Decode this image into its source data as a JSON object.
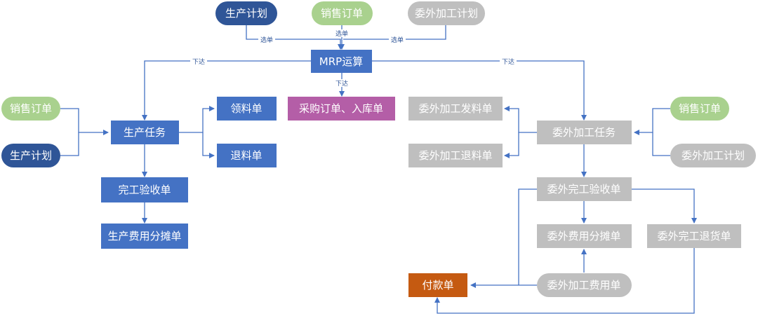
{
  "colors": {
    "navy": "#2f5597",
    "blue": "#4472c4",
    "green": "#a9d18e",
    "gray": "#bfbfbf",
    "purple": "#b45ea7",
    "orange": "#c55a11",
    "line": "#4472c4"
  },
  "nodes": {
    "top_production_plan": "生产计划",
    "top_sales_order": "销售订单",
    "top_outsource_plan": "委外加工计划",
    "mrp": "MRP运算",
    "purchase": "采购订单、入库单",
    "production_task": "生产任务",
    "left_sales_order": "销售订单",
    "left_production_plan": "生产计划",
    "picking_list": "领料单",
    "return_list": "退料单",
    "completion_acceptance": "完工验收单",
    "production_cost_allocation": "生产费用分摊单",
    "outsource_issue": "委外加工发料单",
    "outsource_return": "委外加工退料单",
    "outsource_task": "委外加工任务",
    "right_sales_order": "销售订单",
    "right_outsource_plan": "委外加工计划",
    "outsource_acceptance": "委外完工验收单",
    "outsource_cost_allocation": "委外费用分摊单",
    "outsource_completion_return": "委外完工退货单",
    "payment": "付款单",
    "outsource_fee": "委外加工费用单"
  },
  "edge_labels": {
    "select_left": "选单",
    "select_mid": "选单",
    "select_right": "选单",
    "issue_left": "下达",
    "issue_mid": "下达",
    "issue_right": "下达"
  }
}
